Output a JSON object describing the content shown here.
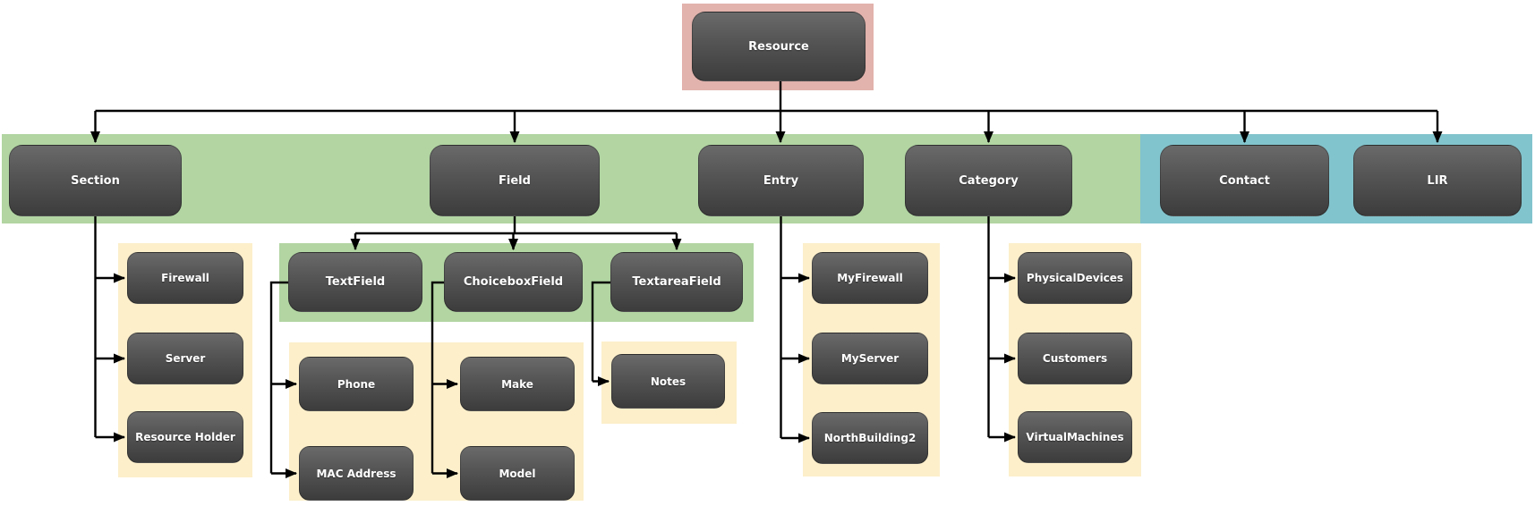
{
  "diagram": {
    "type": "hierarchy-tree",
    "colors": {
      "root_highlight_band": "#e2b2ac",
      "green_band": "#b2d5a2",
      "blue_band": "#82c4cd",
      "yellow_band": "#fcefca",
      "node_gradient_top": "#6a6a6a",
      "node_gradient_bottom": "#3c3c3c",
      "node_text": "#ffffff",
      "connector": "#000000"
    },
    "hierarchy": {
      "Resource": [
        "Section",
        "Field",
        "Entry",
        "Category",
        "Contact",
        "LIR"
      ],
      "Section": [
        "Firewall",
        "Server",
        "Resource Holder"
      ],
      "Field": [
        "TextField",
        "ChoiceboxField",
        "TextareaField"
      ],
      "TextField": [
        "Phone",
        "MAC Address"
      ],
      "ChoiceboxField": [
        "Make",
        "Model"
      ],
      "TextareaField": [
        "Notes"
      ],
      "Entry": [
        "MyFirewall",
        "MyServer",
        "NorthBuilding2"
      ],
      "Category": [
        "PhysicalDevices",
        "Customers",
        "VirtualMachines"
      ]
    }
  },
  "nodes": {
    "resource": {
      "label": "Resource"
    },
    "section": {
      "label": "Section"
    },
    "field": {
      "label": "Field"
    },
    "entry": {
      "label": "Entry"
    },
    "category": {
      "label": "Category"
    },
    "contact": {
      "label": "Contact"
    },
    "lir": {
      "label": "LIR"
    },
    "textfield": {
      "label": "TextField"
    },
    "choiceboxfield": {
      "label": "ChoiceboxField"
    },
    "textareafield": {
      "label": "TextareaField"
    },
    "firewall": {
      "label": "Firewall"
    },
    "server": {
      "label": "Server"
    },
    "resource_holder": {
      "label": "Resource Holder"
    },
    "phone": {
      "label": "Phone"
    },
    "mac_address": {
      "label": "MAC Address"
    },
    "make": {
      "label": "Make"
    },
    "model": {
      "label": "Model"
    },
    "notes": {
      "label": "Notes"
    },
    "myfirewall": {
      "label": "MyFirewall"
    },
    "myserver": {
      "label": "MyServer"
    },
    "northbuilding2": {
      "label": "NorthBuilding2"
    },
    "physicaldevices": {
      "label": "PhysicalDevices"
    },
    "customers": {
      "label": "Customers"
    },
    "virtualmachines": {
      "label": "VirtualMachines"
    }
  }
}
